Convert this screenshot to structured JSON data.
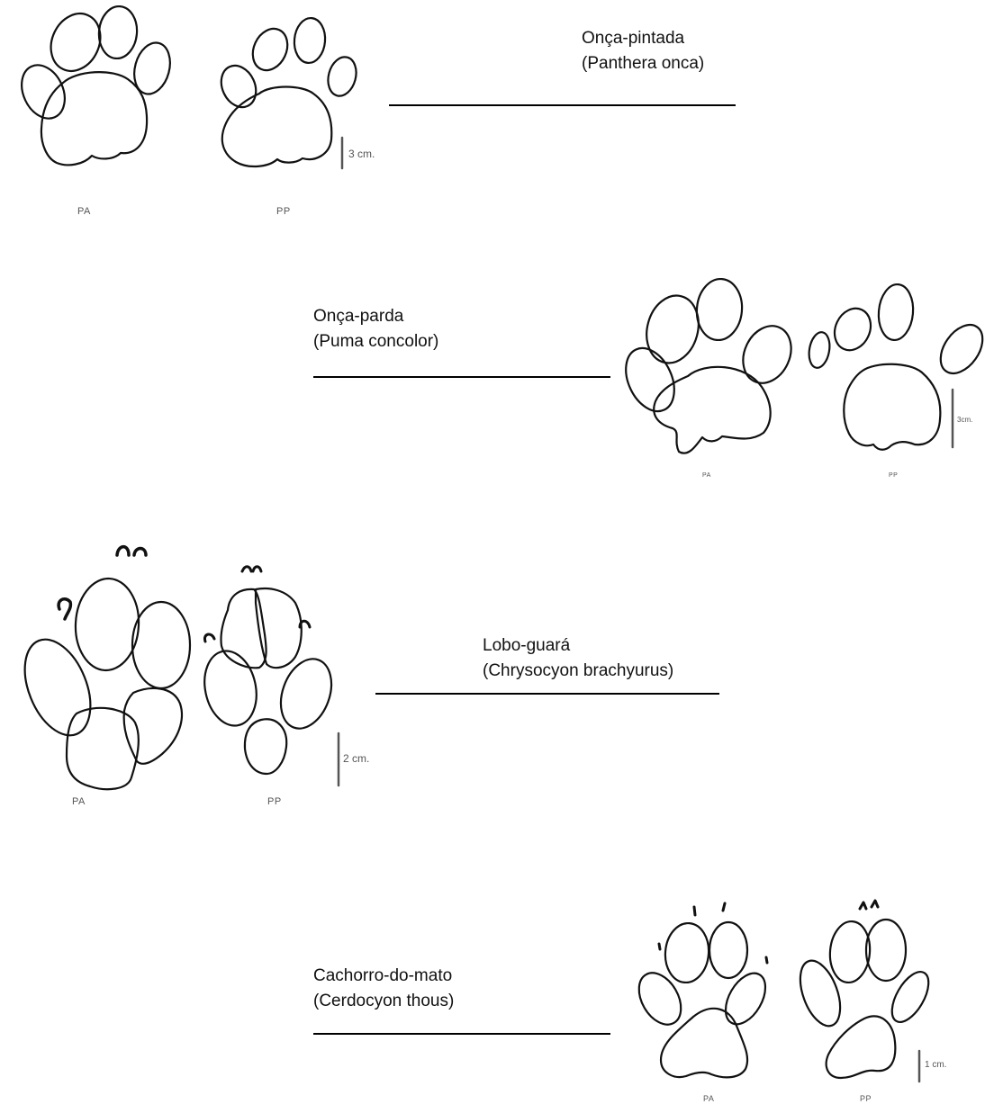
{
  "species": [
    {
      "common_name": "Onça-pintada",
      "scientific_name": "(Panthera onca)",
      "scale_label": "3 cm.",
      "fore_label": "PA",
      "hind_label": "PP"
    },
    {
      "common_name": "Onça-parda",
      "scientific_name": "(Puma concolor)",
      "scale_label": "3cm.",
      "fore_label": "PA",
      "hind_label": "PP"
    },
    {
      "common_name": "Lobo-guará",
      "scientific_name": "(Chrysocyon brachyurus)",
      "scale_label": "2 cm.",
      "fore_label": "PA",
      "hind_label": "PP"
    },
    {
      "common_name": "Cachorro-do-mato",
      "scientific_name": "(Cerdocyon thous)",
      "scale_label": "1 cm.",
      "fore_label": "PA",
      "hind_label": "PP"
    }
  ]
}
